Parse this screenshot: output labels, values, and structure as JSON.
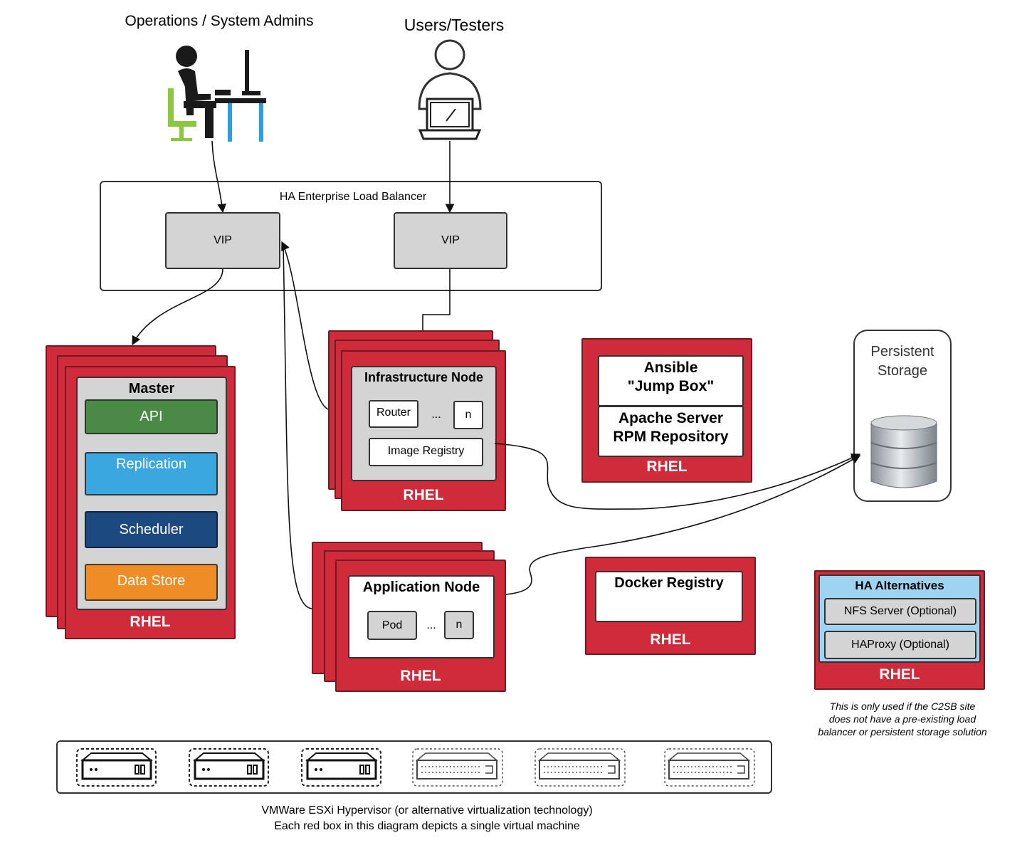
{
  "actors": {
    "ops_label": "Operations / System Admins",
    "users_label": "Users/Testers"
  },
  "load_balancer": {
    "title": "HA Enterprise Load Balancer",
    "vip_left": "VIP",
    "vip_right": "VIP"
  },
  "master": {
    "title": "Master",
    "api": "API",
    "replication": "Replication",
    "scheduler": "Scheduler",
    "datastore": "Data Store",
    "os": "RHEL"
  },
  "infra_node": {
    "title": "Infrastructure Node",
    "router": "Router",
    "ellipsis": "...",
    "n": "n",
    "image_registry": "Image Registry",
    "os": "RHEL"
  },
  "app_node": {
    "title": "Application Node",
    "pod": "Pod",
    "ellipsis": "...",
    "n": "n",
    "os": "RHEL"
  },
  "ansible": {
    "line1": "Ansible",
    "line2": "\"Jump Box\"",
    "apache1": "Apache Server",
    "apache2": "RPM Repository",
    "os": "RHEL"
  },
  "docker": {
    "title": "Docker Registry",
    "os": "RHEL"
  },
  "storage": {
    "line1": "Persistent",
    "line2": "Storage"
  },
  "ha_alt": {
    "title": "HA Alternatives",
    "nfs": "NFS Server (Optional)",
    "haproxy": "HAProxy (Optional)",
    "os": "RHEL",
    "note1": "This is only used if the  C2SB site",
    "note2": "does not have a pre-existing load",
    "note3": "balancer or persistent storage solution"
  },
  "hypervisor": {
    "caption1": "VMWare ESXi Hypervisor (or alternative virtualization technology)",
    "caption2": "Each red box in this diagram depicts a single virtual machine"
  },
  "colors": {
    "rhel_red": "#cf2b3b",
    "api_green": "#4a8a46",
    "replication_blue": "#3ba7e0",
    "scheduler_navy": "#1c4a80",
    "datastore_orange": "#f08c25",
    "ha_light_blue": "#9fd3f2"
  }
}
